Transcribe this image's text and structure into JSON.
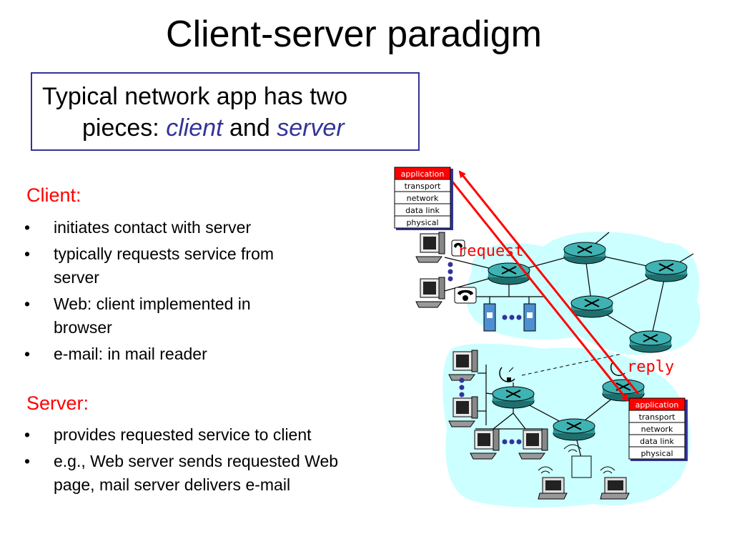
{
  "title": "Client-server paradigm",
  "callout": {
    "line1": "Typical network app has two",
    "line2_prefix": "pieces: ",
    "client_word": "client",
    "and_word": " and ",
    "server_word": "server"
  },
  "client_section": {
    "heading": "Client:",
    "bullets": [
      {
        "lines": [
          "initiates contact with server"
        ]
      },
      {
        "lines": [
          "typically requests service from",
          "server"
        ]
      },
      {
        "lines": [
          "Web: client implemented in",
          "browser"
        ]
      },
      {
        "lines": [
          "e-mail: in mail reader"
        ]
      }
    ]
  },
  "server_section": {
    "heading": "Server:",
    "bullets": [
      {
        "lines": [
          "provides requested service to client"
        ]
      },
      {
        "lines": [
          "e.g., Web server sends requested Web",
          "page, mail server delivers e-mail"
        ]
      }
    ]
  },
  "bullet_char": "•",
  "diagram": {
    "stack_layers": [
      "application",
      "transport",
      "network",
      "data link",
      "physical"
    ],
    "request_label": "request",
    "reply_label": "reply",
    "colors": {
      "cloud": "#ccffff",
      "router": "#2e9999",
      "arrow": "#ff0000",
      "stack_top": "#ff0000",
      "accent": "#333399"
    }
  }
}
